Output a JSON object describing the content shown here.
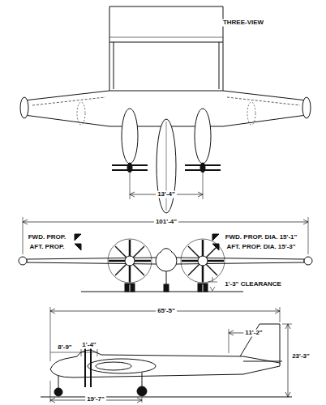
{
  "diagram": {
    "labels": [
      "THREE-VIEW",
      "13'-4\"",
      "101'-4\"",
      "FWD. PROP.",
      "AFT. PROP.",
      "FWD. PROP. DIA. 15'-1\"",
      "AFT. PROP. DIA. 15'-3\"",
      "1'-3\" CLEARANCE",
      "65'-5\"",
      "11'-2\"",
      "23'-3\"",
      "8'-9\"",
      "1'-4\"",
      "19'-7\""
    ]
  }
}
